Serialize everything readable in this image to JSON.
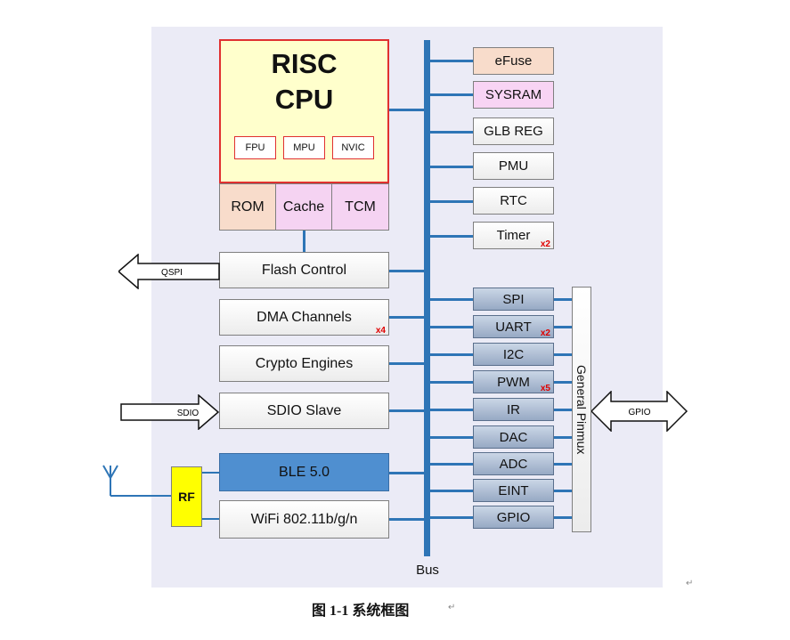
{
  "cpu": {
    "title_line1": "RISC",
    "title_line2": "CPU",
    "units": [
      "FPU",
      "MPU",
      "NVIC"
    ],
    "memory": [
      "ROM",
      "Cache",
      "TCM"
    ]
  },
  "left_blocks": {
    "flash": "Flash Control",
    "dma": "DMA Channels",
    "dma_mult": "x4",
    "crypto": "Crypto Engines",
    "sdio": "SDIO Slave",
    "ble": "BLE 5.0",
    "wifi": "WiFi 802.11b/g/n",
    "rf": "RF"
  },
  "external": {
    "qspi": "QSPI",
    "sdio": "SDIO",
    "gpio": "GPIO"
  },
  "right_blocks": {
    "efuse": "eFuse",
    "sysram": "SYSRAM",
    "glbreg": "GLB REG",
    "pmu": "PMU",
    "rtc": "RTC",
    "timer": "Timer",
    "timer_mult": "x2"
  },
  "peripherals": [
    {
      "label": "SPI",
      "mult": ""
    },
    {
      "label": "UART",
      "mult": "x2"
    },
    {
      "label": "I2C",
      "mult": ""
    },
    {
      "label": "PWM",
      "mult": "x5"
    },
    {
      "label": "IR",
      "mult": ""
    },
    {
      "label": "DAC",
      "mult": ""
    },
    {
      "label": "ADC",
      "mult": ""
    },
    {
      "label": "EINT",
      "mult": ""
    },
    {
      "label": "GPIO",
      "mult": ""
    }
  ],
  "pinmux_label": "General Pinmux",
  "bus_label": "Bus",
  "caption": "图 1-1  系统框图",
  "colors": {
    "bus": "#2e75b6",
    "cpu_fill": "#ffffcc",
    "cpu_border": "#e03030",
    "rom_fill": "#f8dccb",
    "cache_fill": "#f5d3f2",
    "efuse_fill": "#f8dccb",
    "sysram_fill": "#f8d4f4",
    "ble_fill": "#4f8fd0",
    "rf_fill": "#ffff00",
    "multiplier_text": "#e00000"
  }
}
